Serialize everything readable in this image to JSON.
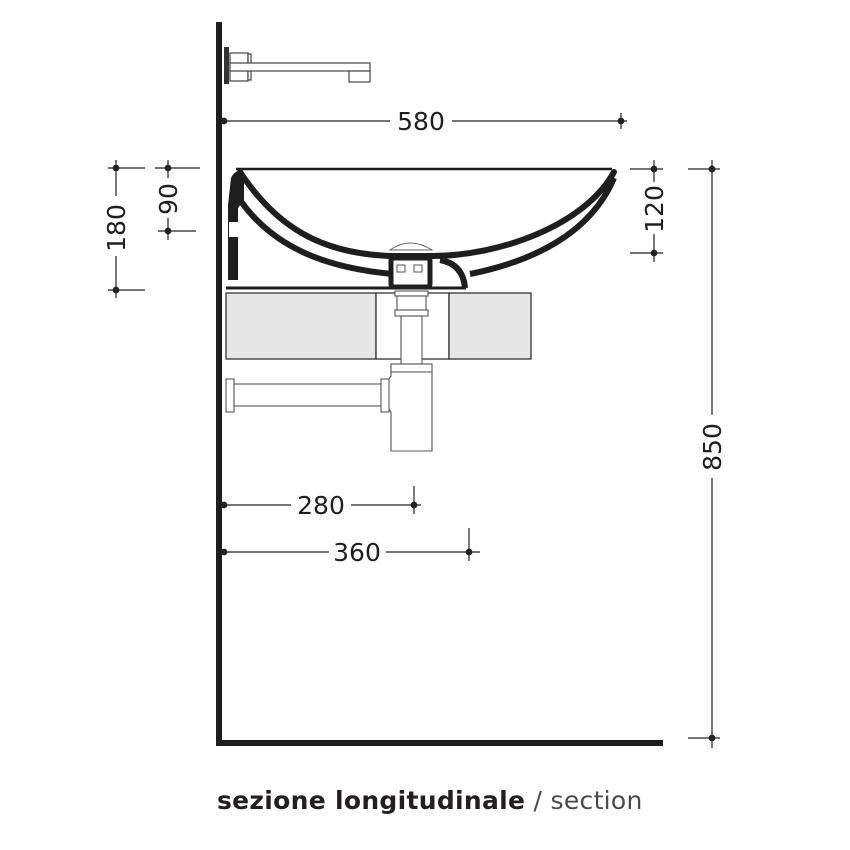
{
  "diagram": {
    "type": "technical-drawing",
    "view": "longitudinal section of wall-hung washbasin",
    "caption": {
      "italian": "sezione longitudinale",
      "separator": " / ",
      "english": "section"
    },
    "dimensions": {
      "basin_depth": "580",
      "rim_thickness": "90",
      "overall_height": "180",
      "bowl_depth": "120",
      "floor_to_rim": "850",
      "wall_to_waste_pipe": "280",
      "wall_to_trap": "360"
    },
    "components": [
      "wall",
      "floor",
      "wall-mounted-tap",
      "washbasin",
      "drain-plug",
      "countertop-shelf",
      "bottle-trap",
      "waste-pipe"
    ],
    "colors": {
      "line": "#1e1e1e",
      "thin_line": "#555555",
      "shelf_fill": "#e6e6e6"
    }
  }
}
